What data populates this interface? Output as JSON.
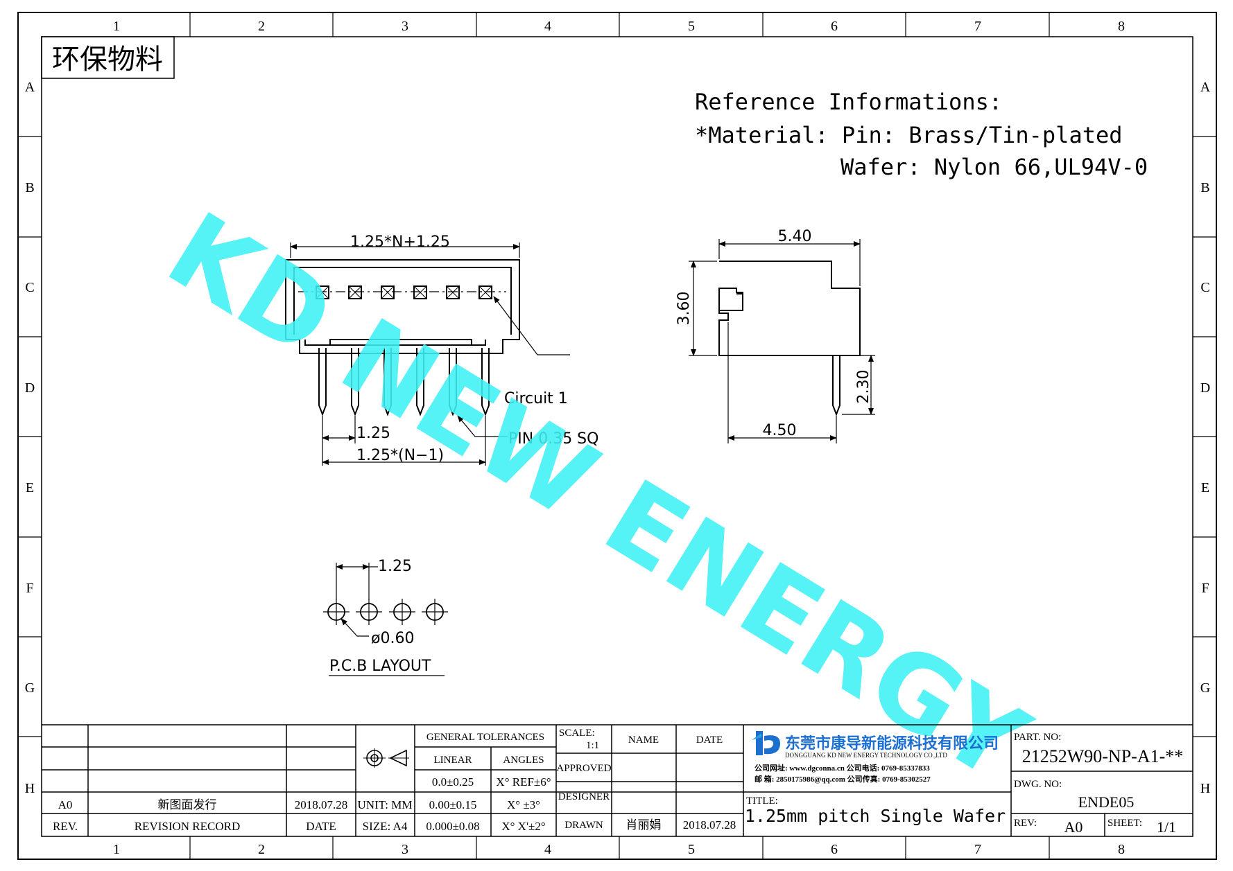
{
  "border": {
    "columns": [
      "1",
      "2",
      "3",
      "4",
      "5",
      "6",
      "7",
      "8"
    ],
    "rows": [
      "A",
      "B",
      "C",
      "D",
      "E",
      "F",
      "G",
      "H"
    ]
  },
  "eco_badge": "环保物料",
  "watermark": "KD NEW ENERGY",
  "reference": {
    "title": "Reference Informations:",
    "material": "*Material: Pin: Brass/Tin-plated",
    "wafer": "Wafer: Nylon 66,UL94V-0"
  },
  "front_view": {
    "dim_total": "1.25*N+1.25",
    "circuit": "Circuit  1",
    "pitch": "1.25",
    "dim_pins": "1.25*(N−1)",
    "pin": "PIN  0.35  SQ"
  },
  "side_view": {
    "width": "5.40",
    "height": "3.60",
    "pin_len": "2.30",
    "pin_offset": "4.50"
  },
  "pcb": {
    "pitch": "1.25",
    "hole": "ø0.60",
    "label": "P.C.B  LAYOUT"
  },
  "title_block": {
    "rev_row": {
      "rev": "A0",
      "record": "新图面发行",
      "date": "2018.07.28"
    },
    "rev_header": {
      "rev": "REV.",
      "record": "REVISION RECORD",
      "date": "DATE"
    },
    "unit": "UNIT: MM",
    "size": "SIZE: A4",
    "tol_title": "GENERAL TOLERANCES",
    "linear": "LINEAR",
    "angles": "ANGLES",
    "tol_rows": [
      {
        "lin": "0.0±0.25",
        "ang": "X° REF±6°"
      },
      {
        "lin": "0.00±0.15",
        "ang": "X° ±3°"
      },
      {
        "lin": "0.000±0.08",
        "ang": "X° X'±2°"
      }
    ],
    "scale_label": "SCALE:",
    "scale_value": "1:1",
    "name_hdr": "NAME",
    "date_hdr": "DATE",
    "approved": "APPROVED",
    "designer": "DESIGNER",
    "drawn": "DRAWN",
    "drawn_name": "肖丽娟",
    "drawn_date": "2018.07.28",
    "company_cn": "东莞市康导新能源科技有限公司",
    "company_en": "DONGGUANG KD NEW ENERGY TECHNOLOGY CO.,LTD",
    "contact1": "公司网址: www.dgconna.cn    公司电话: 0769-85337833",
    "contact2": "邮    箱: 2850175986@qq.com  公司传真: 0769-85302527",
    "title_label": "TITLE:",
    "title": "1.25mm pitch Single Wafer",
    "part_label": "PART. NO:",
    "part_no": "21252W90-NP-A1-**",
    "dwg_label": "DWG. NO:",
    "dwg_no": "ENDE05",
    "rev_label": "REV:",
    "rev_value": "A0",
    "sheet_label": "SHEET:",
    "sheet_value": "1/1"
  }
}
